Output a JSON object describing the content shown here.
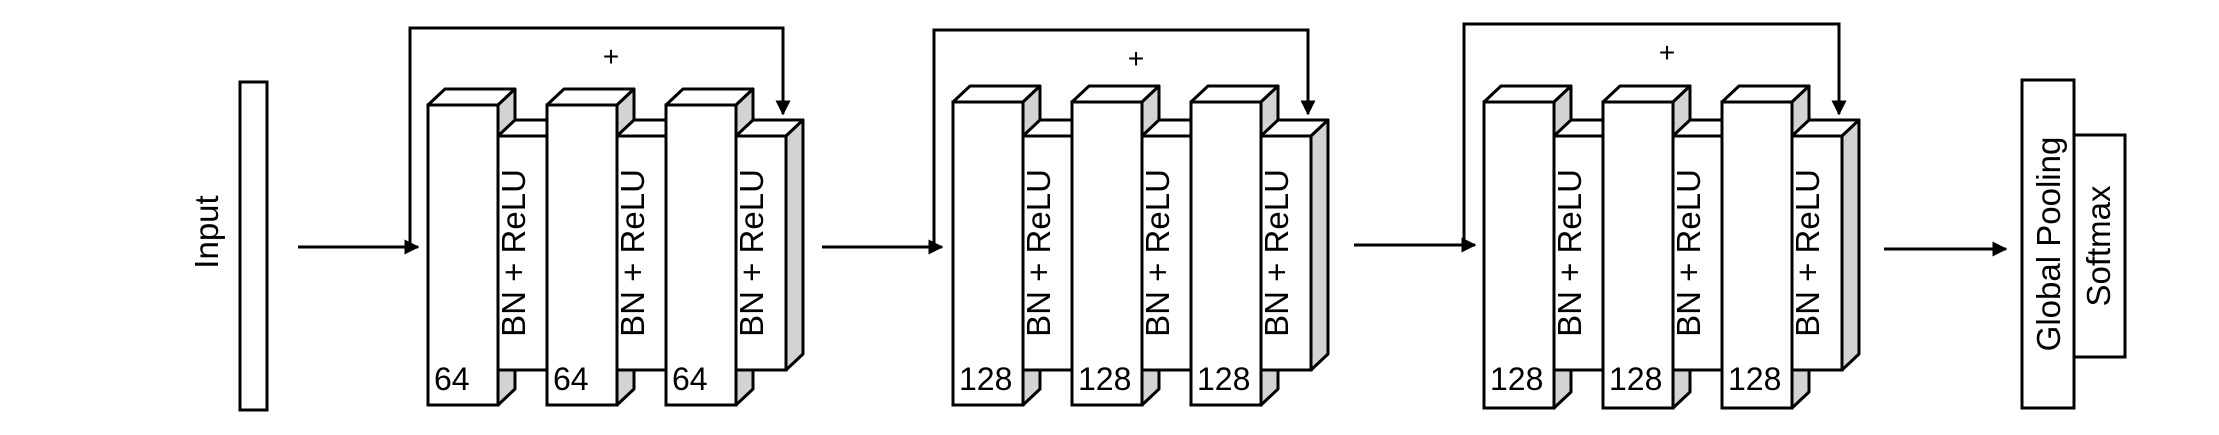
{
  "input": {
    "label": "Input"
  },
  "blocks": [
    {
      "filters": [
        "64",
        "64",
        "64"
      ],
      "layer_label": "BN + ReLU",
      "skip_label": "+"
    },
    {
      "filters": [
        "128",
        "128",
        "128"
      ],
      "layer_label": "BN + ReLU",
      "skip_label": "+"
    },
    {
      "filters": [
        "128",
        "128",
        "128"
      ],
      "layer_label": "BN + ReLU",
      "skip_label": "+"
    }
  ],
  "output": {
    "pooling_label": "Global Pooling",
    "softmax_label": "Softmax"
  },
  "colors": {
    "stroke": "#000000",
    "face": "#ffffff",
    "side": "#d3d3d3"
  }
}
